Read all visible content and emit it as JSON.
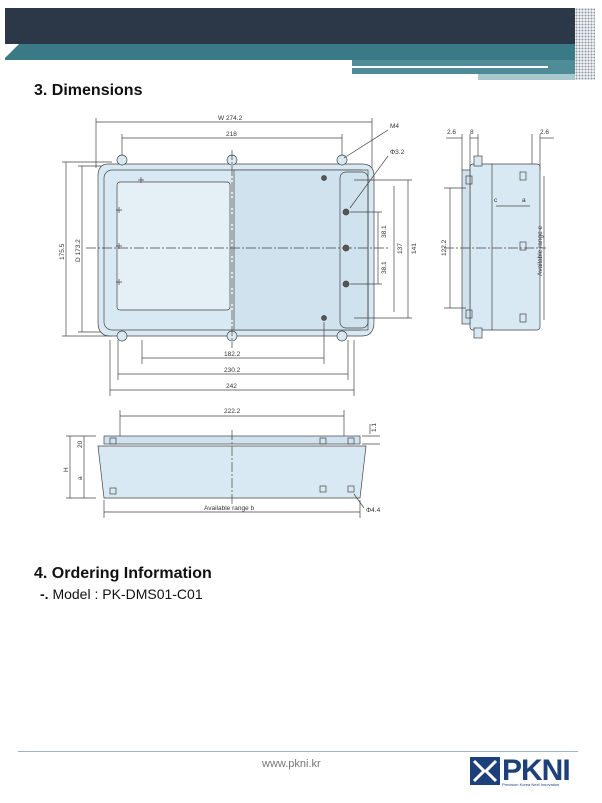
{
  "sections": {
    "dimensions_title": "3.   Dimensions",
    "ordering_title": "4.   Ordering Information"
  },
  "model": {
    "dash": "-.",
    "text": " Model : PK-DMS01-C01"
  },
  "drawing": {
    "w": "W 274.2",
    "d218": "218",
    "m4": "M4",
    "phi32": "Φ3.2",
    "d1735": "175.5",
    "d1732": "D 173.2",
    "d381a": "38.1",
    "d381b": "38.1",
    "d137": "137",
    "d141": "141",
    "d1822": "182.2",
    "d2302": "230.2",
    "d242": "242",
    "s26a": "2.6",
    "s8": "8",
    "s26b": "2.6",
    "s1222": "122.2",
    "sc": "c",
    "sa": "a",
    "range_e": "Available range e",
    "b2222": "222.2",
    "b11": "1.1",
    "b20": "20",
    "bH": "H",
    "ba": "a",
    "range_b": "Available range b",
    "phi44": "Φ4.4"
  },
  "footer": {
    "url": "www.pkni.kr",
    "logo": "PKNI",
    "tagline": "Precision Korea Next Innovation"
  },
  "colors": {
    "header_dark": "#2c3848",
    "header_teal": "#3a7a86",
    "enclosure_fill": "#d9e9f3",
    "brand": "#1d3f7a"
  }
}
